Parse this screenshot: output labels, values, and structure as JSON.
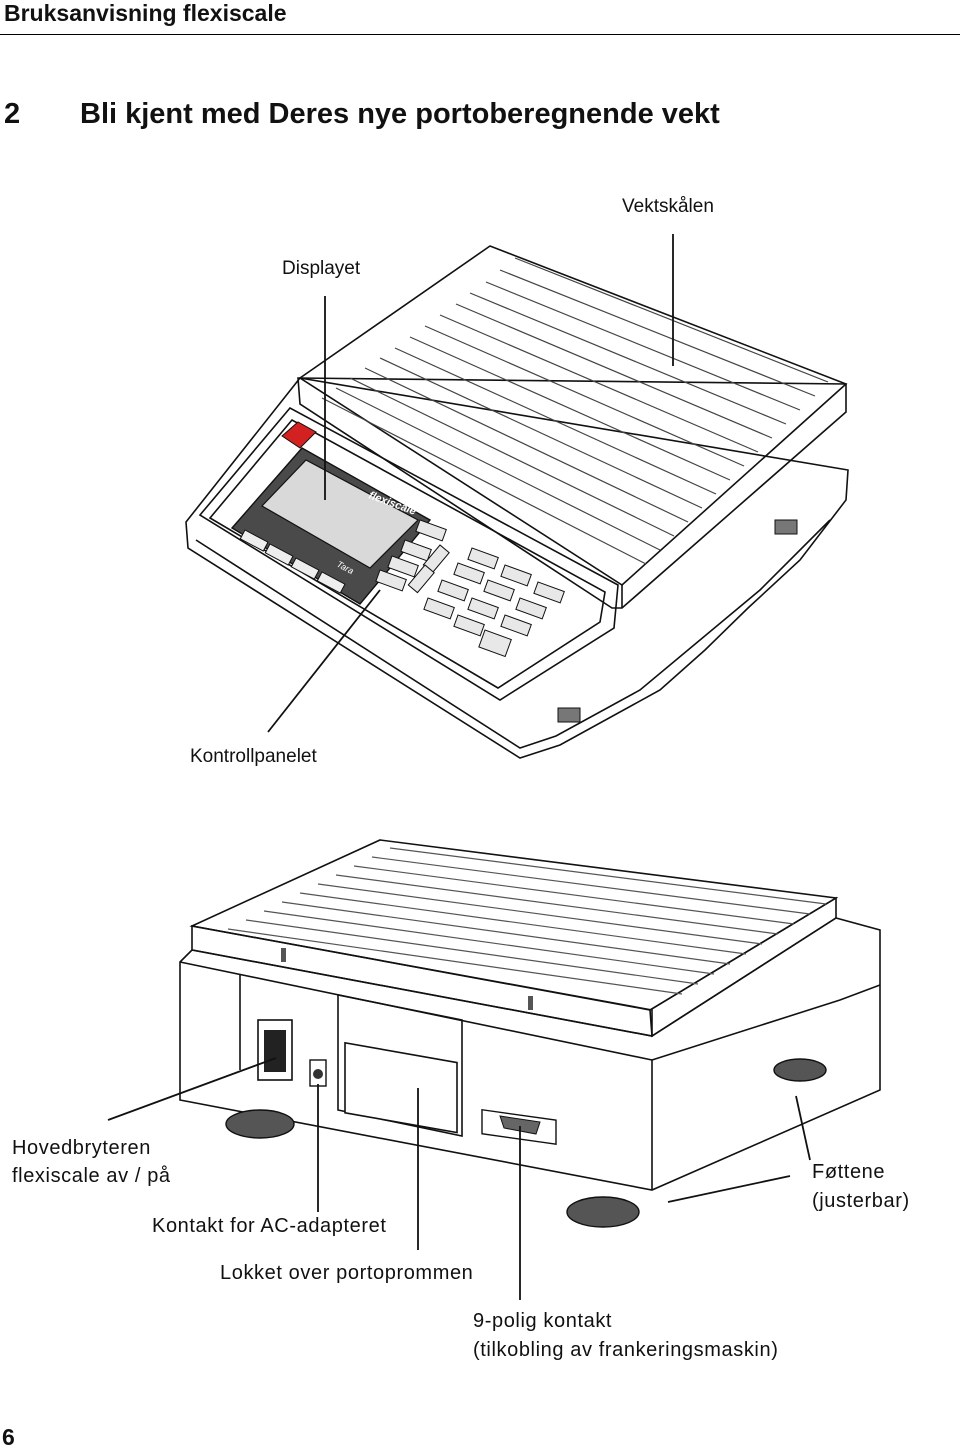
{
  "header": {
    "title": "Bruksanvisning flexiscale"
  },
  "section": {
    "number": "2",
    "title": "Bli kjent med Deres nye portoberegnende vekt"
  },
  "figure_top": {
    "brand": "flexiscale",
    "tare_key": "Tara",
    "labels": {
      "weighing_plate": "Vektskålen",
      "display": "Displayet",
      "control_panel": "Kontrollpanelet"
    }
  },
  "figure_bottom": {
    "labels": {
      "power_switch_line1": "Hovedbryteren",
      "power_switch_line2": "flexiscale av / på",
      "ac_socket": "Kontakt for AC-adapteret",
      "prom_cover": "Lokket over portoprommen",
      "port_line1": "9-polig kontakt",
      "port_line2": "(tilkobling av frankeringsmaskin)",
      "feet_line1": "Føttene",
      "feet_line2": "(justerbar)"
    }
  },
  "footer": {
    "page_number": "6"
  },
  "colors": {
    "logo_red": "#d32020",
    "plate": "#e6e6e6",
    "display": "#d9d9d9",
    "panel_dark": "#4a4a4a"
  }
}
